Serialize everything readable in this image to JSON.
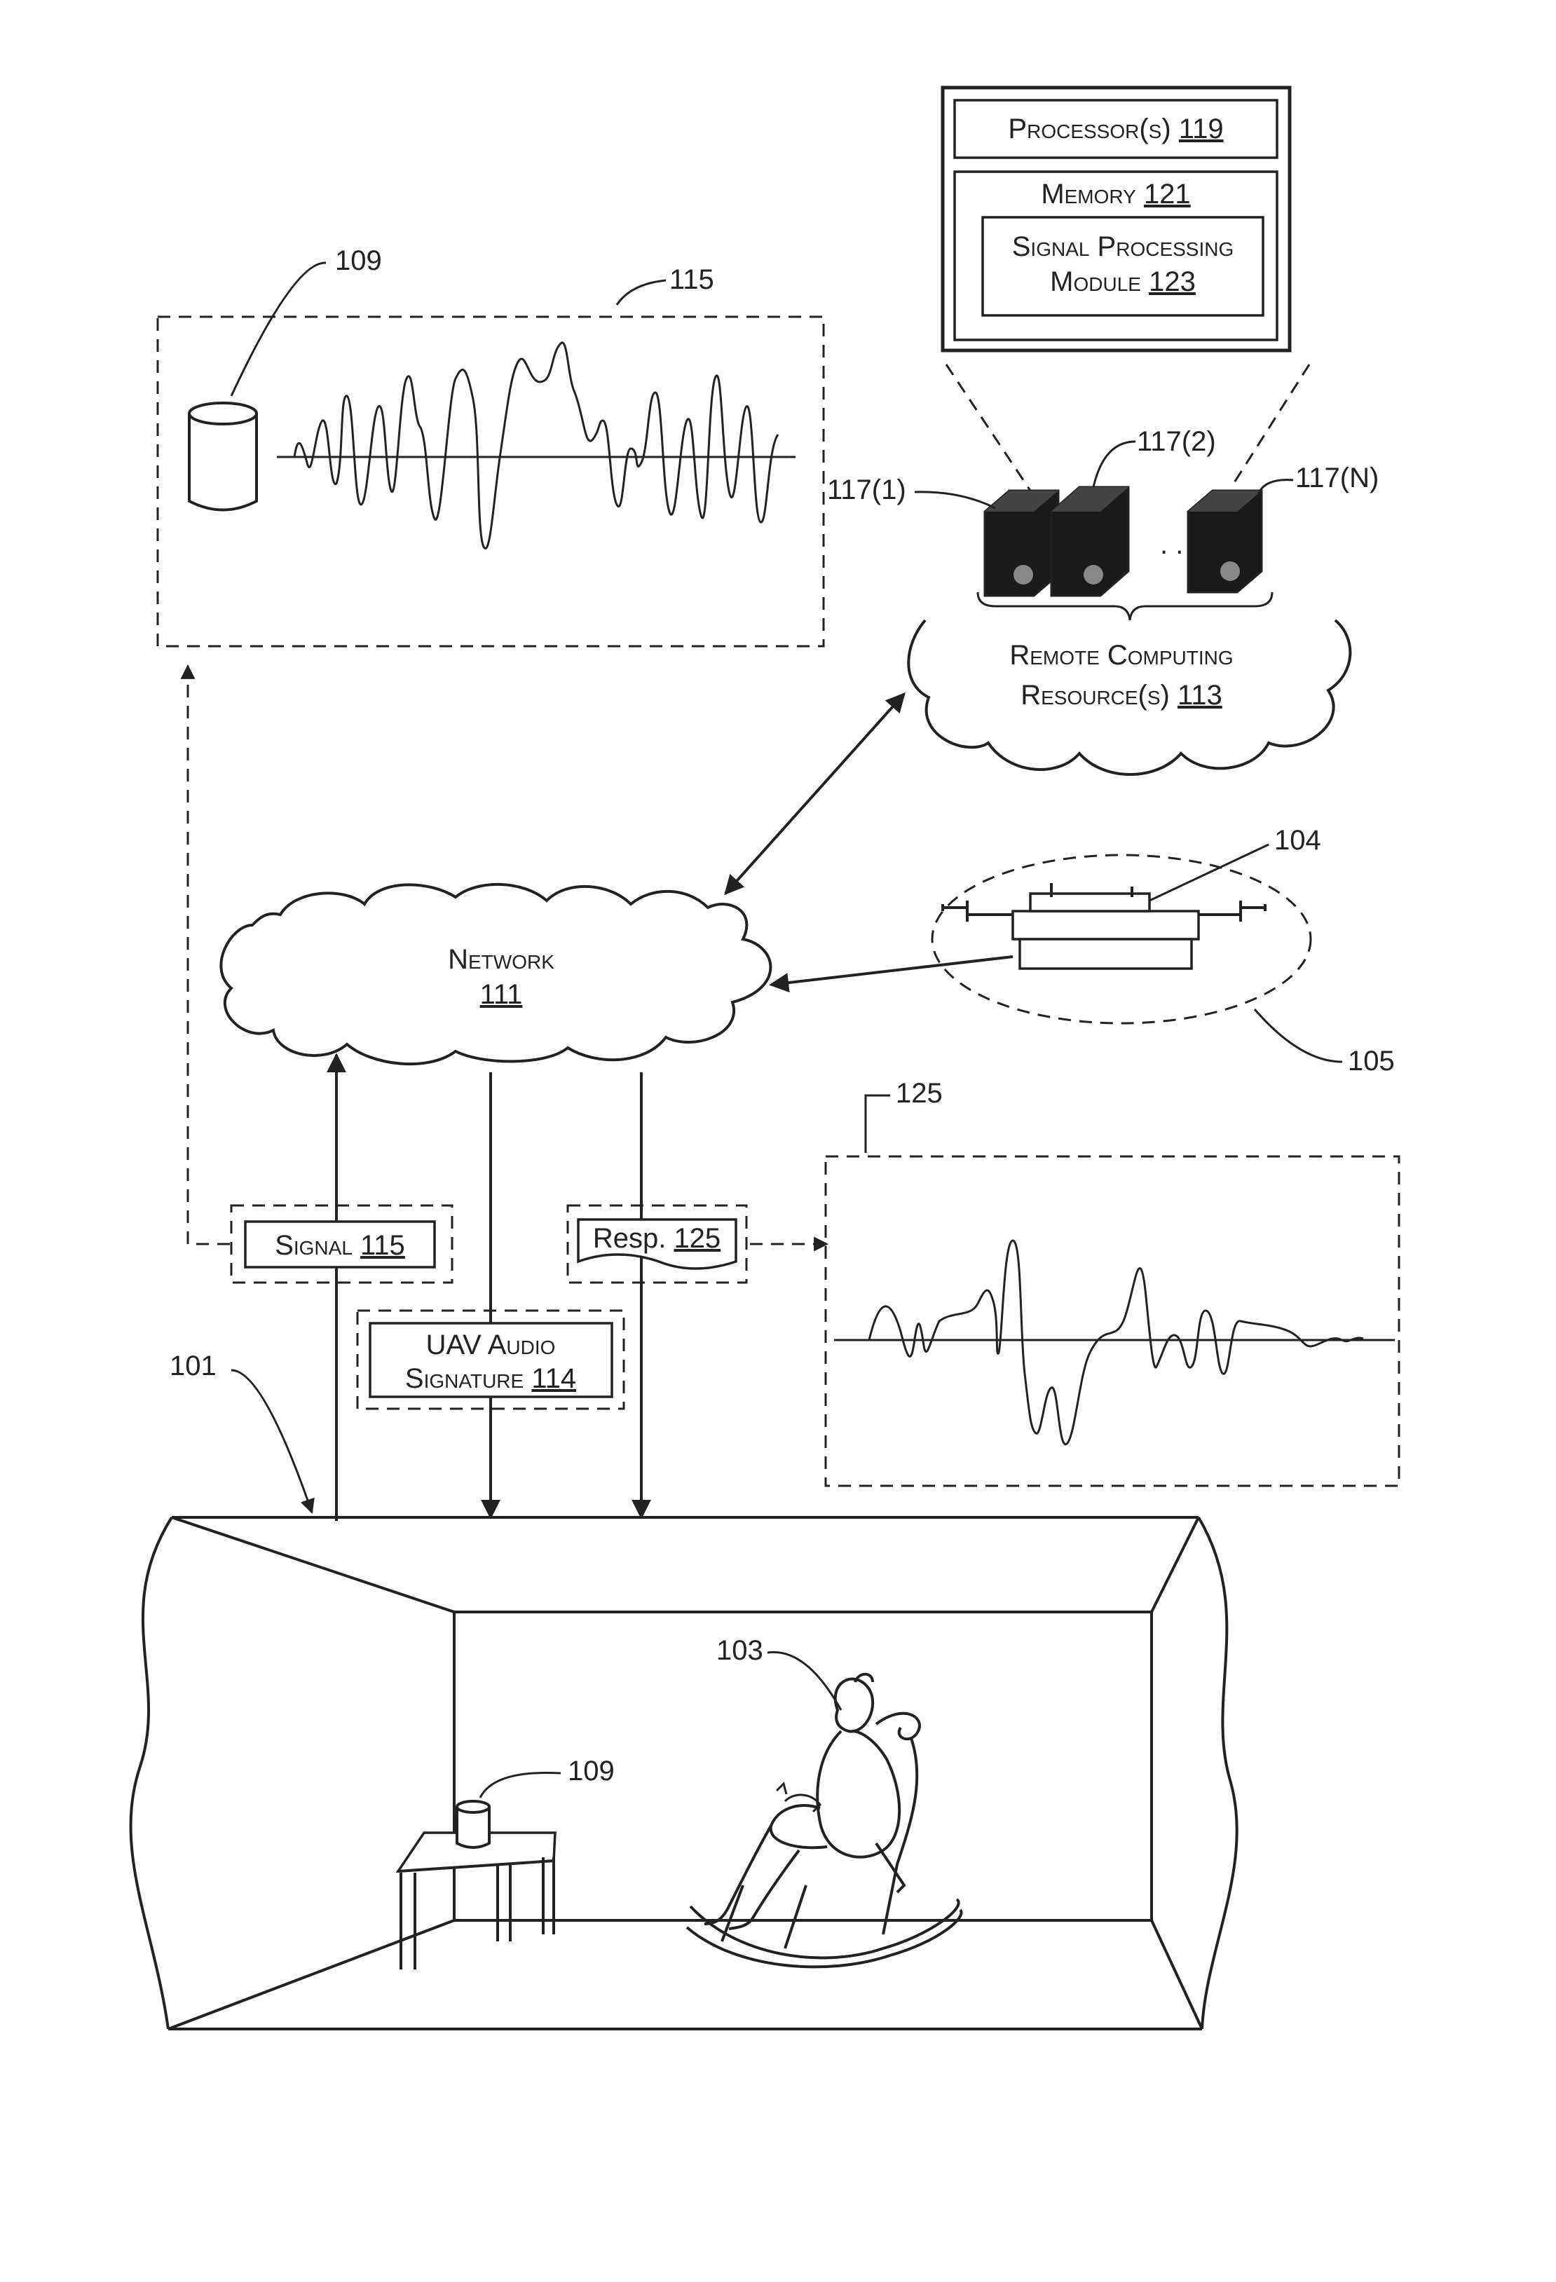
{
  "labels": {
    "processors": "Processor(s)",
    "processors_ref": "119",
    "memory": "Memory",
    "memory_ref": "121",
    "signal_module_line1": "Signal Processing",
    "signal_module_line2": "Module",
    "signal_module_ref": "123",
    "server_1": "117(1)",
    "server_2": "117(2)",
    "server_n": "117(N)",
    "server_ellipsis": ". .",
    "remote_line1": "Remote Computing",
    "remote_line2": "Resource(s)",
    "remote_ref": "113",
    "network": "Network",
    "network_ref": "111",
    "uav_ref": "104",
    "uav_zone_ref": "105",
    "signal_panel_ref": "115",
    "device_ref_top": "109",
    "device_ref_room": "109",
    "response_panel_ref": "125",
    "signal_tag": "Signal",
    "signal_tag_ref": "115",
    "resp_tag": "Resp.",
    "resp_tag_ref": "125",
    "uav_audio_line1": "UAV Audio",
    "uav_audio_line2": "Signature",
    "uav_audio_ref": "114",
    "environment_ref": "101",
    "person_ref": "103"
  },
  "colors": {
    "stroke": "#222222",
    "background": "#ffffff",
    "server_body": "#1a1a1a"
  },
  "icons": {
    "server": "server-tower-icon",
    "device": "cylindrical-speaker-icon",
    "uav": "drone-icon",
    "cloud": "cloud-icon",
    "person": "person-in-rocking-chair-icon"
  }
}
